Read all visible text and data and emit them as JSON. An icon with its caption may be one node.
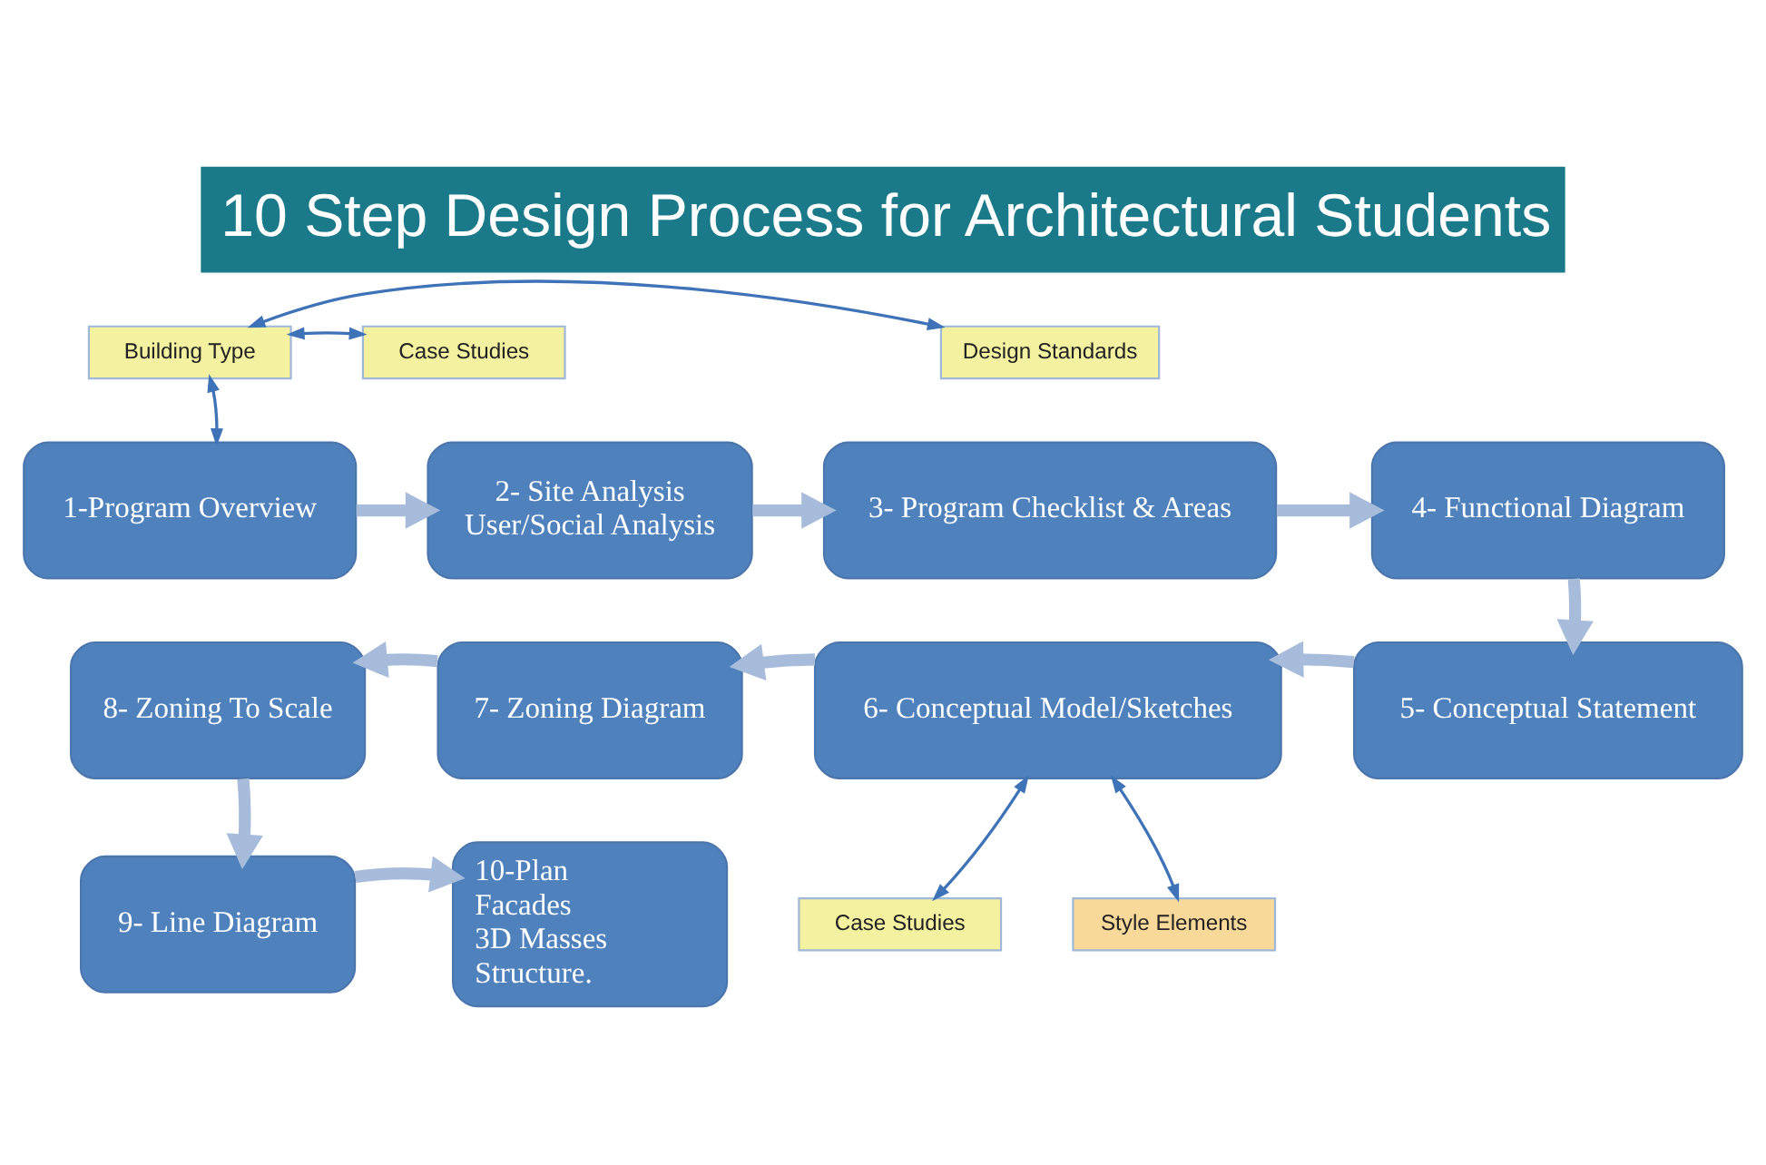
{
  "diagram": {
    "title": "10 Step Design Process for Architectural Students",
    "nodes": [
      {
        "text": [
          "Building Type"
        ]
      },
      {
        "text": [
          "Case Studies"
        ]
      },
      {
        "text": [
          "Design Standards"
        ]
      },
      {
        "text": [
          "1-Program Overview"
        ]
      },
      {
        "text": [
          "2- Site Analysis",
          "User/Social Analysis"
        ]
      },
      {
        "text": [
          "3- Program Checklist & Areas"
        ]
      },
      {
        "text": [
          "4- Functional Diagram"
        ]
      },
      {
        "text": [
          "8- Zoning To Scale"
        ]
      },
      {
        "text": [
          "7- Zoning Diagram"
        ]
      },
      {
        "text": [
          "6- Conceptual Model/Sketches"
        ]
      },
      {
        "text": [
          "5- Conceptual Statement"
        ]
      },
      {
        "text": [
          "Case Studies"
        ]
      },
      {
        "text": [
          "Style Elements"
        ]
      },
      {
        "text": [
          "9- Line Diagram"
        ]
      },
      {
        "text": [
          "10-Plan",
          "Facades",
          "3D Masses",
          "Structure."
        ]
      }
    ],
    "edges": [
      {
        "from": 3,
        "to": 0,
        "arrow": "both",
        "color": "#3f73b8"
      },
      {
        "from": 0,
        "to": 1,
        "arrow": "both",
        "color": "#3f73b8"
      },
      {
        "from": 0,
        "to": 2,
        "arrow": "both",
        "color": "#3f73b8"
      },
      {
        "from": 3,
        "to": 4,
        "arrow": "to"
      },
      {
        "from": 4,
        "to": 5,
        "arrow": "to"
      },
      {
        "from": 5,
        "to": 6,
        "arrow": "to"
      },
      {
        "from": 6,
        "to": 10,
        "arrow": "to"
      },
      {
        "from": 10,
        "to": 9,
        "arrow": "to"
      },
      {
        "from": 9,
        "to": 8,
        "arrow": "to"
      },
      {
        "from": 8,
        "to": 7,
        "arrow": "to"
      },
      {
        "from": 7,
        "to": 13,
        "arrow": "to"
      },
      {
        "from": 13,
        "to": 14,
        "arrow": "to"
      },
      {
        "from": 9,
        "to": 11,
        "arrow": "both",
        "color": "#3f73b8"
      },
      {
        "from": 9,
        "to": 12,
        "arrow": "both",
        "color": "#3f73b8"
      }
    ]
  }
}
